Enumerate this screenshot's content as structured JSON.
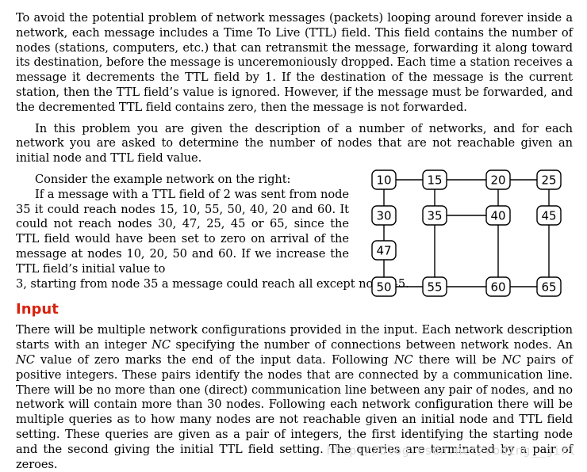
{
  "paragraph1": "To avoid the potential problem of network messages (packets) looping around forever inside a network, each message includes a Time To Live (TTL) field. This field contains the number of nodes (stations, computers, etc.) that can retransmit the message, forwarding it along toward its destination, before the message is unceremoniously dropped. Each time a station receives a message it decrements the TTL field by 1. If the destination of the message is the current station, then the TTL field’s value is ignored. However, if the message must be forwarded, and the decremented TTL field contains zero, then the message is not forwarded.",
  "paragraph2": "In this problem you are given the description of a number of networks, and for each network you are asked to determine the number of nodes that are not reachable given an initial node and TTL field value.",
  "paragraph3": "Consider the example network on the right:",
  "paragraph4": "If a message with a TTL field of 2 was sent from node 35 it could reach nodes 15, 10, 55, 50, 40, 20 and 60. It could not reach nodes 30, 47, 25, 45 or 65, since the TTL field would have been set to zero on arrival of the message at nodes 10, 20, 50 and 60. If we increase the TTL field’s initial value to",
  "paragraph4_last": "3, starting from node 35 a message could reach all except node 45.",
  "input_heading": "Input",
  "input_paragraph": {
    "s1": "There will be multiple network configurations provided in the input. Each network description starts with an integer ",
    "nc1": "NC",
    "s2": " specifying the number of connections between network nodes. An ",
    "nc2": "NC",
    "s3": " value of zero marks the end of the input data. Following ",
    "nc3": "NC",
    "s4": " there will be ",
    "nc4": "NC",
    "s5": " pairs of positive integers. These pairs identify the nodes that are connected by a communication line. There will be no more than one (direct) communication line between any pair of nodes, and no network will contain more than 30 nodes. Following each network configuration there will be multiple queries as to how many nodes are not reachable given an initial node and TTL field setting. These queries are given as a pair of integers, the first identifying the starting node and the second giving the initial TTL field setting. The queries are terminated by a pair of zeroes."
  },
  "network": {
    "nodes": [
      "10",
      "15",
      "20",
      "25",
      "30",
      "35",
      "40",
      "45",
      "47",
      "50",
      "55",
      "60",
      "65"
    ]
  },
  "watermark": "http://blog.csdn.net/coding__girl"
}
